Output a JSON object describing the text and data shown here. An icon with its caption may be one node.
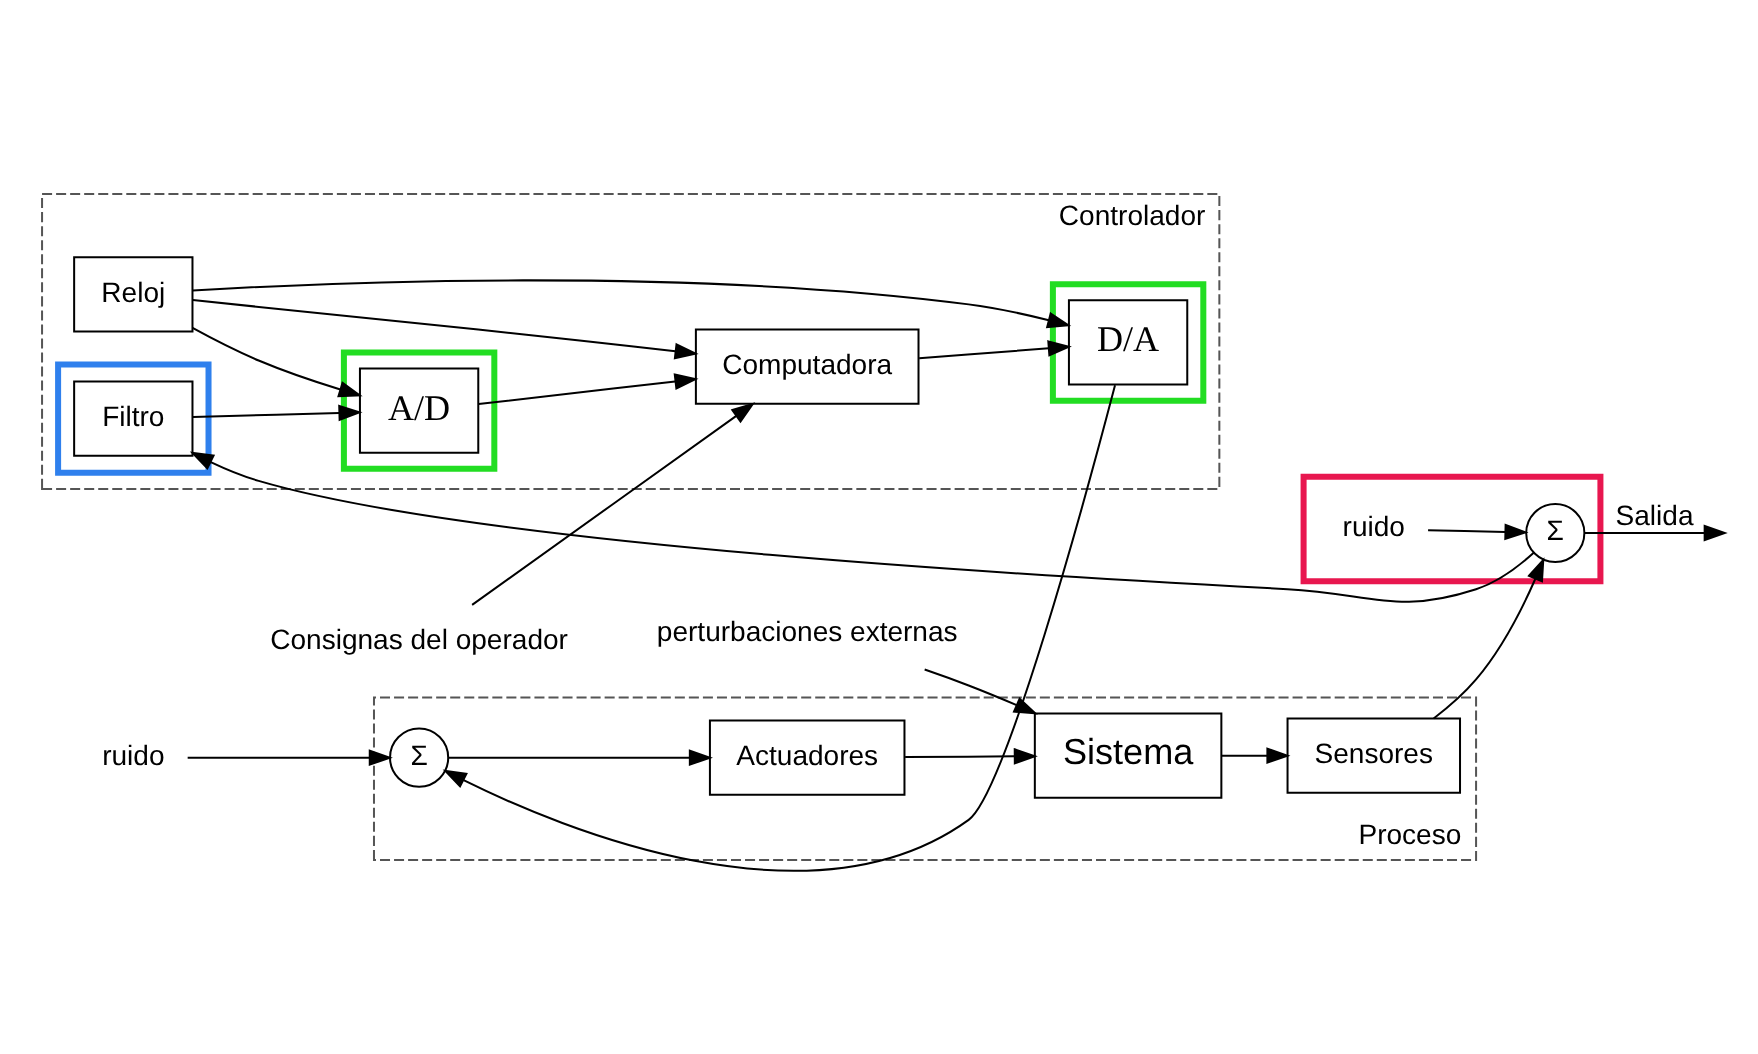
{
  "diagram": {
    "nodes": [
      {
        "text": [
          "Proceso"
        ]
      },
      {
        "text": [
          "ruido"
        ]
      },
      {
        "text": [
          "perturbaciones externas"
        ]
      },
      {
        "text": [
          "Σ"
        ],
        "in": 0
      },
      {
        "text": [
          "Actuadores"
        ],
        "in": 0
      },
      {
        "text": [
          "Sistema"
        ],
        "in": 0
      },
      {
        "text": [
          "Sensores"
        ],
        "in": 0
      },
      {
        "text": [],
        "shape": "box"
      },
      {
        "text": [
          "ruido"
        ],
        "in": 7
      },
      {
        "text": [
          "Σ"
        ],
        "in": 7
      },
      {
        "text": [
          "Controlador"
        ]
      },
      {
        "text": [
          "Reloj"
        ],
        "in": 10
      },
      {
        "text": [],
        "shape": "box",
        "in": 10
      },
      {
        "text": [
          "D/A"
        ],
        "in": 12
      },
      {
        "text": [
          "Computadora"
        ],
        "in": 10
      },
      {
        "text": [],
        "shape": "box",
        "in": 10
      },
      {
        "text": [
          "A/D"
        ],
        "in": 15
      },
      {
        "text": [],
        "shape": "box",
        "in": 10
      },
      {
        "text": [
          "Filtro"
        ],
        "in": 17
      },
      {
        "text": [
          "Consignas del operador"
        ]
      }
    ],
    "edges": [
      {
        "from": 1,
        "to": 3,
        "arrow": "to"
      },
      {
        "from": 2,
        "to": 5,
        "arrow": "to"
      },
      {
        "from": 3,
        "to": 4,
        "arrow": "to"
      },
      {
        "from": 4,
        "to": 5,
        "arrow": "to"
      },
      {
        "from": 5,
        "to": 6,
        "arrow": "to"
      },
      {
        "from": 6,
        "to": 9,
        "arrow": "to"
      },
      {
        "from": 8,
        "to": 9,
        "arrow": "to"
      },
      {
        "from": 9,
        "to": null,
        "arrow": "to",
        "label": "Salida"
      },
      {
        "from": 9,
        "to": 18,
        "arrow": "to"
      },
      {
        "from": 18,
        "to": 16,
        "arrow": "to"
      },
      {
        "from": 16,
        "to": 14,
        "arrow": "to"
      },
      {
        "from": 14,
        "to": 13,
        "arrow": "to"
      },
      {
        "from": 11,
        "to": 13,
        "arrow": "to"
      },
      {
        "from": 11,
        "to": 14,
        "arrow": "to"
      },
      {
        "from": 11,
        "to": 16,
        "arrow": "to"
      },
      {
        "from": 19,
        "to": 14,
        "arrow": "to"
      },
      {
        "from": 13,
        "to": 3,
        "arrow": "to"
      }
    ]
  }
}
